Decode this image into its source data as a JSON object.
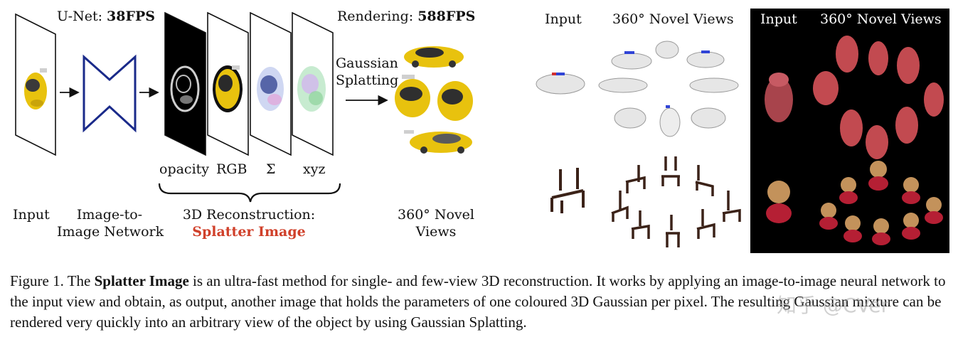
{
  "pipeline": {
    "unet_prefix": "U-Net: ",
    "unet_fps": "38FPS",
    "render_prefix": "Rendering: ",
    "render_fps": "588FPS",
    "gaussian_line1": "Gaussian",
    "gaussian_line2": "Splatting",
    "channel_labels": [
      "opacity",
      "RGB",
      "Σ",
      "xyz"
    ],
    "input_label": "Input",
    "network_line1": "Image-to-",
    "network_line2": "Image Network",
    "recon_line1": "3D Reconstruction:",
    "recon_line2": "Splatter Image",
    "novel_line1": "360° Novel",
    "novel_line2": "Views"
  },
  "results_light": {
    "input_label": "Input",
    "novel_label": "360° Novel Views"
  },
  "results_dark": {
    "input_label": "Input",
    "novel_label": "360° Novel Views"
  },
  "caption": {
    "prefix": "Figure 1. The ",
    "bold": "Splatter Image",
    "rest": " is an ultra-fast method for single- and few-view 3D reconstruction. It works by applying an image-to-image neural network to the input view and obtain, as output, another image that holds the parameters of one coloured 3D Gaussian per pixel. The resulting Gaussian mixture can be rendered very quickly into an arbitrary view of the object by using Gaussian Splatting."
  },
  "watermark": "知乎 @CVer",
  "colors": {
    "network_blue": "#1a2a8a",
    "car_yellow": "#e8c20e",
    "hydrant_red": "#c24a50",
    "chair_brown": "#3b2218",
    "accent_red": "#d0402a"
  }
}
